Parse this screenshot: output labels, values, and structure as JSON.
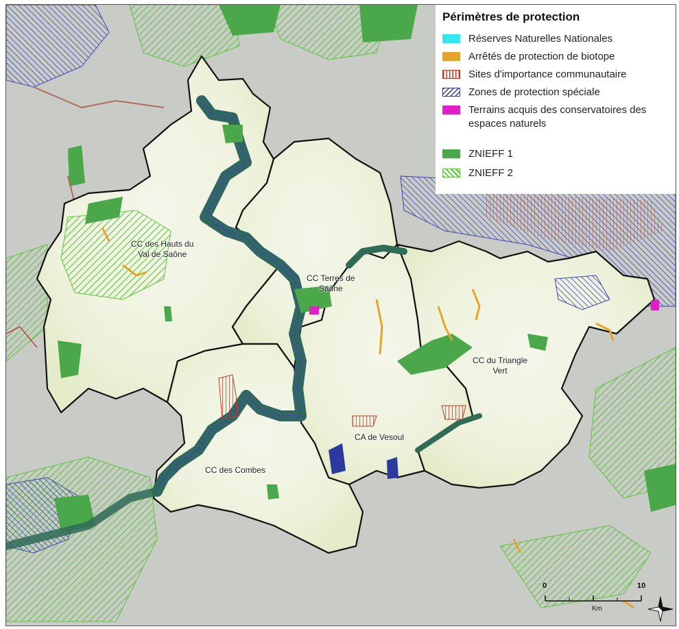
{
  "legend": {
    "title": "Périmètres de protection",
    "items": [
      {
        "key": "rnn",
        "label": "Réserves Naturelles Nationales",
        "color": "#33e6f2"
      },
      {
        "key": "apb",
        "label": "Arrêtés de protection de biotope",
        "color": "#e4a52a"
      },
      {
        "key": "sic",
        "label": "Sites d'importance communautaire",
        "color": "#c0392b"
      },
      {
        "key": "zps",
        "label": "Zones de protection spéciale",
        "color": "#2b3a9c"
      },
      {
        "key": "tac",
        "label": "Terrains acquis des conservatoires des espaces naturels",
        "color": "#e01fc8"
      },
      {
        "key": "z1",
        "label": "ZNIEFF 1",
        "color": "#4aa84a"
      },
      {
        "key": "z2",
        "label": "ZNIEFF 2",
        "color": "#5ac63a"
      }
    ]
  },
  "territories": {
    "hauts_val_saone": {
      "line1": "CC des Hauts du",
      "line2": "Val de Saône"
    },
    "terres_saone": {
      "line1": "CC Terres de",
      "line2": "Saône"
    },
    "triangle_vert": {
      "line1": "CC du Triangle",
      "line2": "Vert"
    },
    "vesoul": {
      "line1": "CA de Vesoul"
    },
    "combes": {
      "line1": "CC des Combes"
    }
  },
  "scale": {
    "start": "0",
    "end": "10",
    "unit": "Km"
  },
  "colors": {
    "background": "#c9cbc7",
    "territory_fill": "#f1f4e2",
    "territory_border": "#111111",
    "river_band": "#2f6b57"
  }
}
